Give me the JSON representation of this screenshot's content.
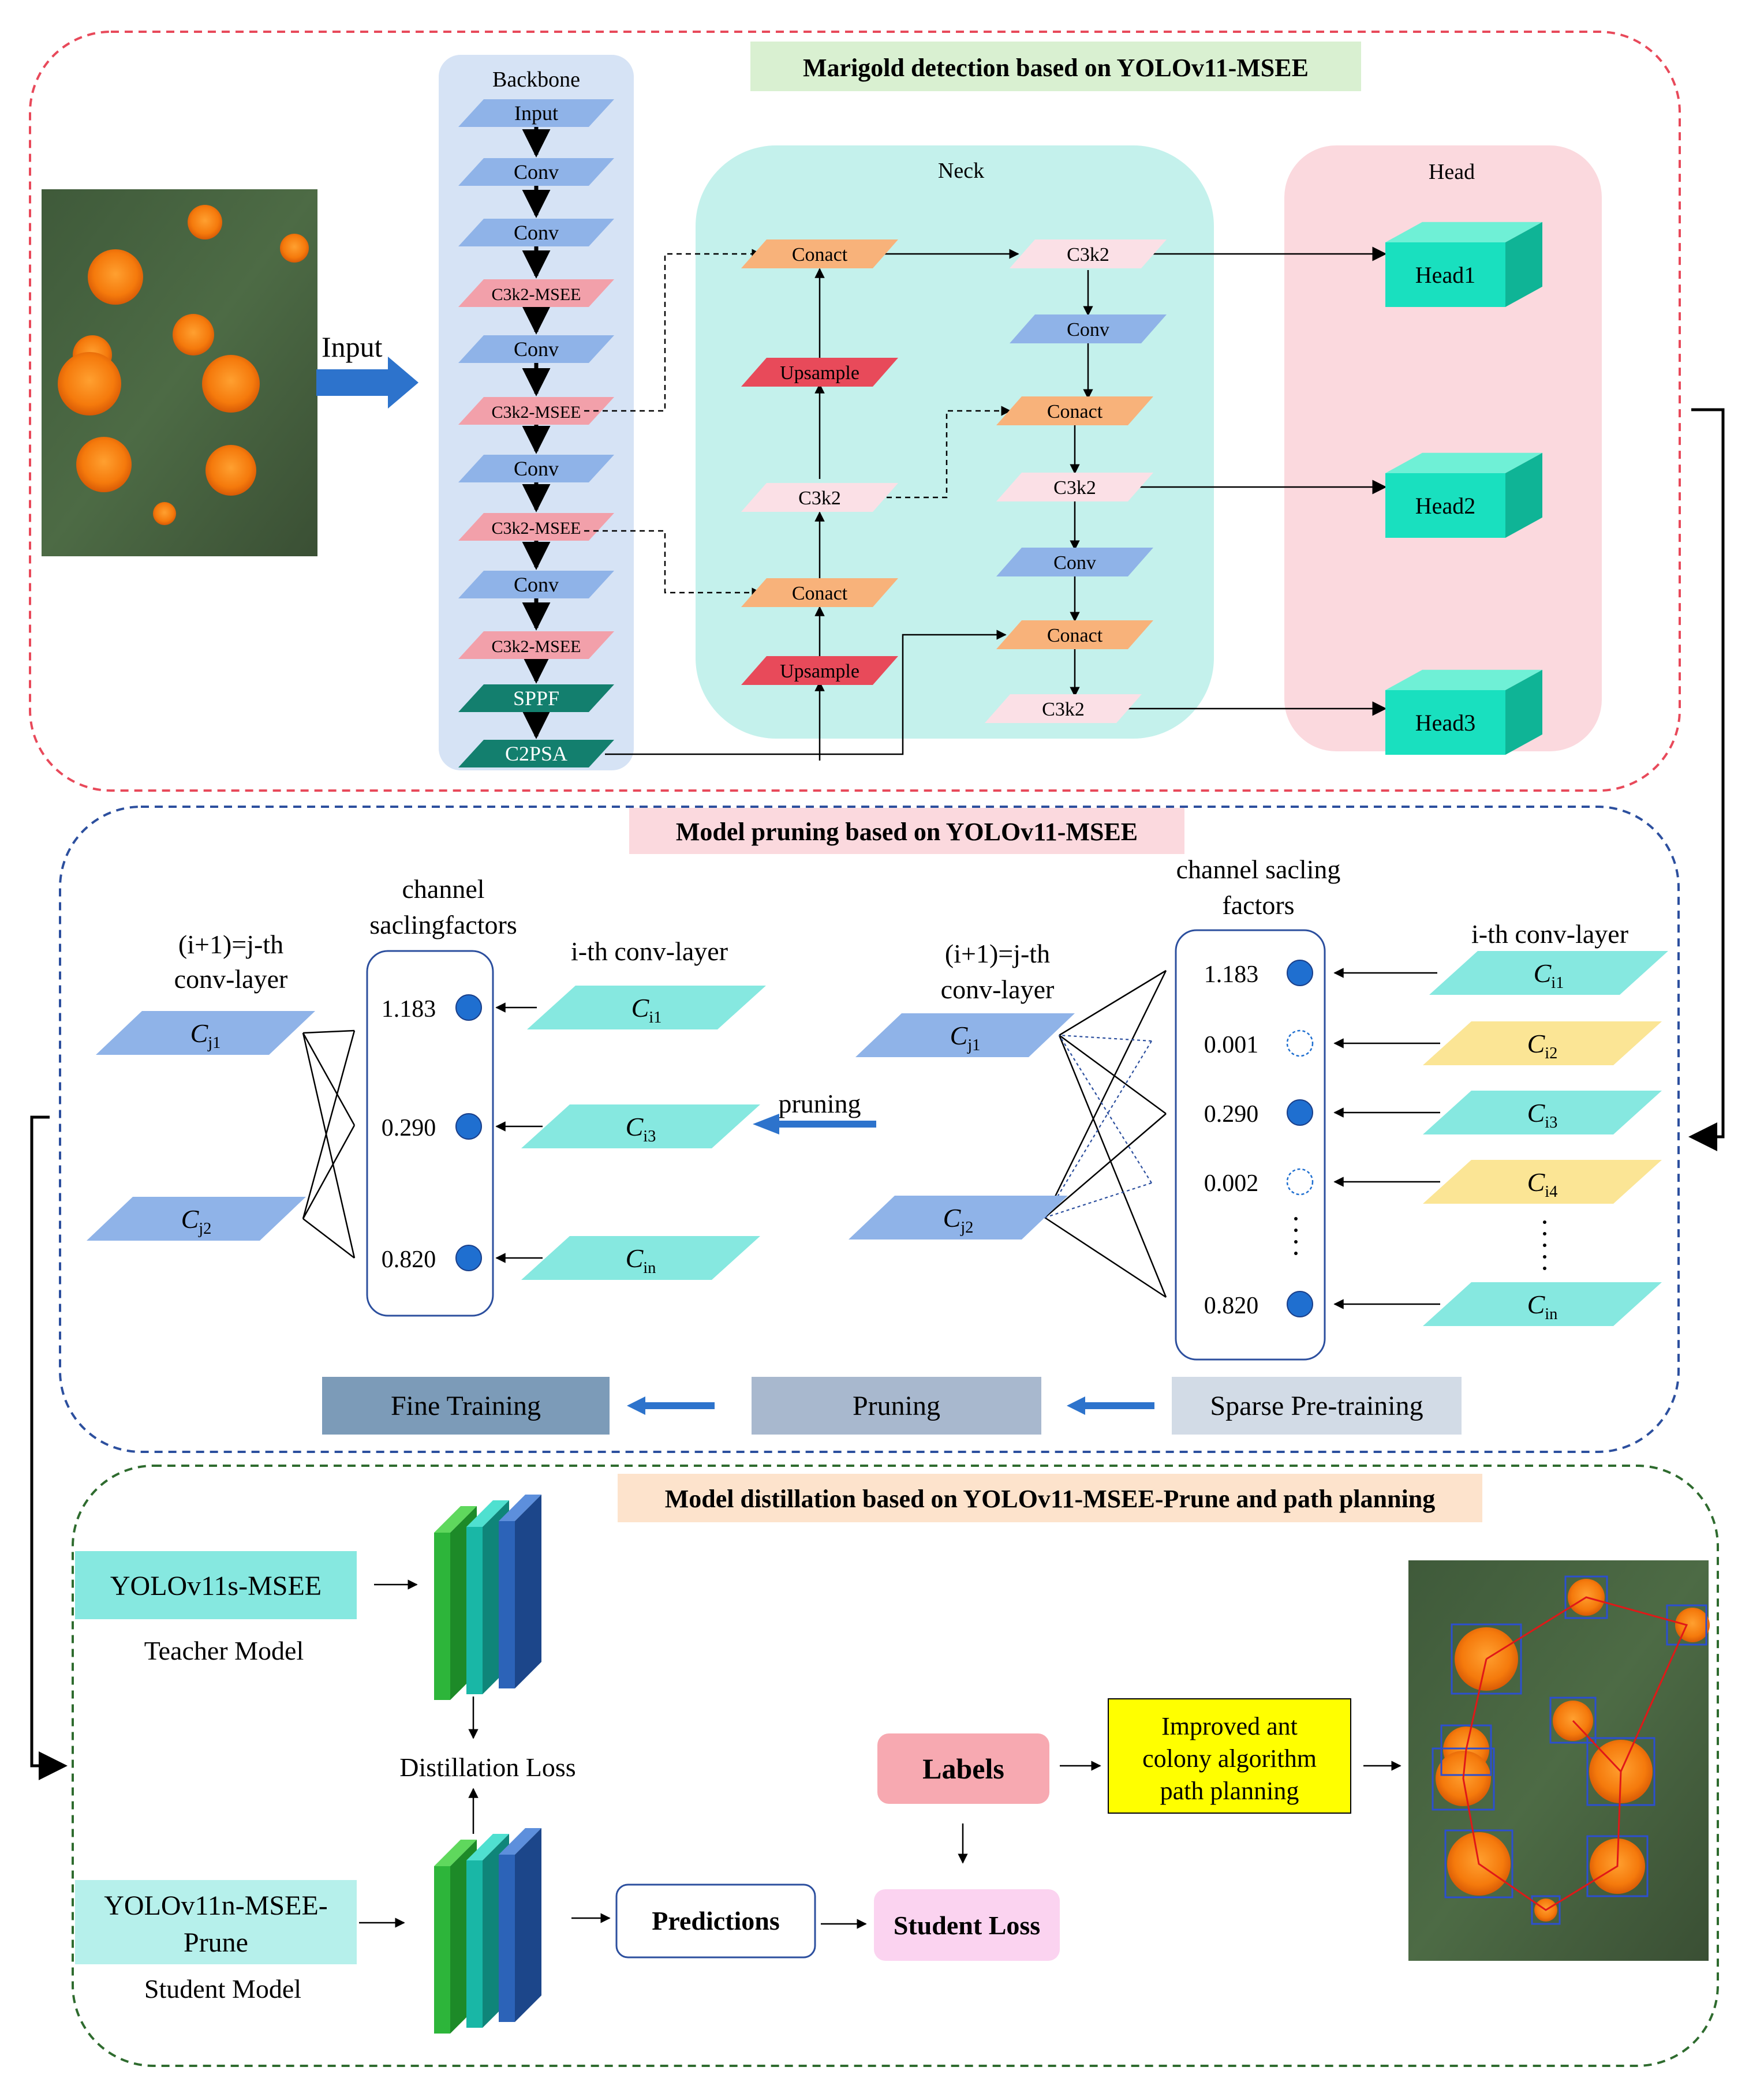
{
  "section1": {
    "title": "Marigold detection based on YOLOv11-MSEE",
    "input_arrow_label": "Input",
    "backbone": {
      "title": "Backbone",
      "layers": [
        "Input",
        "Conv",
        "Conv",
        "C3k2-MSEE",
        "Conv",
        "C3k2-MSEE",
        "Conv",
        "C3k2-MSEE",
        "Conv",
        "C3k2-MSEE",
        "SPPF",
        "C2PSA"
      ]
    },
    "neck": {
      "title": "Neck",
      "left_column": [
        "Conact",
        "Upsample",
        "C3k2",
        "Conact",
        "Upsample"
      ],
      "right_column": [
        "C3k2",
        "Conv",
        "Conact",
        "C3k2",
        "Conv",
        "Conact",
        "C3k2"
      ]
    },
    "head": {
      "title": "Head",
      "heads": [
        "Head1",
        "Head2",
        "Head3"
      ]
    }
  },
  "section2": {
    "title": "Model pruning based on YOLOv11-MSEE",
    "left": {
      "next_layer_label_1": "(i+1)=j-th",
      "next_layer_label_2": "conv-layer",
      "scaling_label_1": "channel",
      "scaling_label_2": "saclingfactors",
      "conv_label": "i-th conv-layer",
      "next_nodes": [
        "C_j1",
        "C_j2"
      ],
      "factors": [
        "1.183",
        "0.290",
        "0.820"
      ],
      "channels": [
        "C_i1",
        "C_i3",
        "C_in"
      ]
    },
    "pruning_label": "pruning",
    "right": {
      "next_layer_label_1": "(i+1)=j-th",
      "next_layer_label_2": "conv-layer",
      "scaling_label_1": "channel sacling",
      "scaling_label_2": "factors",
      "conv_label": "i-th conv-layer",
      "next_nodes": [
        "C_j1",
        "C_j2"
      ],
      "factors": [
        "1.183",
        "0.001",
        "0.290",
        "0.002",
        "0.820"
      ],
      "channels": [
        "C_i1",
        "C_i2",
        "C_i3",
        "C_i4",
        "C_in"
      ]
    },
    "steps": [
      "Fine Training",
      "Pruning",
      "Sparse Pre-training"
    ]
  },
  "section3": {
    "title": "Model distillation based on YOLOv11-MSEE-Prune and path planning",
    "teacher_box": "YOLOv11s-MSEE",
    "teacher_caption": "Teacher Model",
    "student_box_1": "YOLOv11n-MSEE-",
    "student_box_2": "Prune",
    "student_caption": "Student Model",
    "distillation_loss": "Distillation Loss",
    "labels": "Labels",
    "predictions": "Predictions",
    "student_loss": "Student Loss",
    "aco_1": "Improved ant",
    "aco_2": "colony algorithm",
    "aco_3": "path planning"
  },
  "colors": {
    "section1_border": "#e8495a",
    "section2_border": "#2c4f9e",
    "section3_border": "#2e6b2e",
    "backbone_bg": "#d6e3f5",
    "neck_bg": "#c4f1ec",
    "head_bg": "#fbd9de",
    "conv_blue": "#8fb3e8",
    "msee_pink": "#f2a0aa",
    "sppf_teal": "#137f6e",
    "conact_orange": "#f8b27a",
    "upsample_red": "#e84a5a",
    "c3k2_light": "#fbe0e6",
    "head_cube": "#19e0bf",
    "channel_cyan": "#86e8e0",
    "channel_yellow": "#fbe595",
    "channel_blue": "#8fb3e8",
    "dot_blue": "#1f6fd0",
    "arrow_blue": "#2d73cc"
  }
}
